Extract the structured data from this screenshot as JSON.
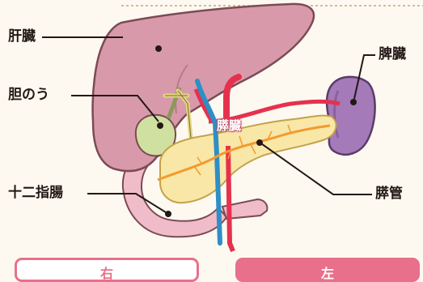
{
  "labels": {
    "liver": "肝臓",
    "gallbladder": "胆のう",
    "duodenum": "十二指腸",
    "spleen": "脾臓",
    "pancreatic_duct": "膵管",
    "pancreas": "膵臓"
  },
  "orientation": {
    "right": "右",
    "left": "左"
  },
  "colors": {
    "liver": "#d89aab",
    "gallbladder": "#cfe0a0",
    "duodenum": "#f1bcc9",
    "spleen": "#a47ab8",
    "pancreas": "#f8e7a7",
    "duct": "#f39a2e",
    "artery": "#e6314d",
    "vein": "#2d8fc6",
    "accent": "#e8708a"
  }
}
